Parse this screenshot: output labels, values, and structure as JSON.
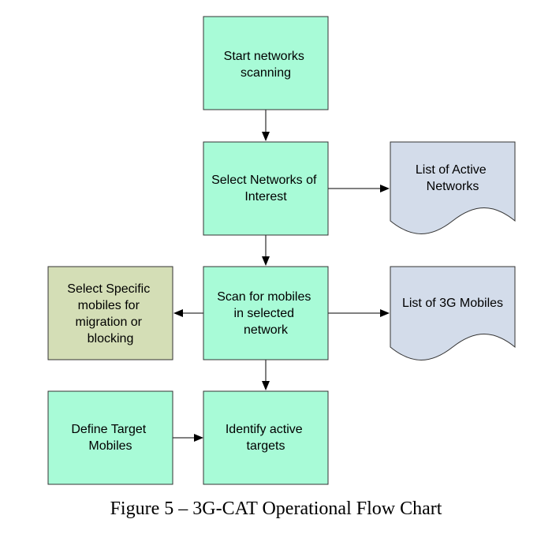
{
  "diagram": {
    "nodes": {
      "start": {
        "lines": [
          "Start networks",
          "scanning"
        ]
      },
      "select_networks": {
        "lines": [
          "Select Networks of",
          "Interest"
        ]
      },
      "active_networks": {
        "lines": [
          "List of Active",
          "Networks"
        ]
      },
      "scan_mobiles": {
        "lines": [
          "Scan for mobiles",
          "in selected",
          "network"
        ]
      },
      "list_3g": {
        "lines": [
          "List of 3G Mobiles"
        ]
      },
      "select_specific": {
        "lines": [
          "Select Specific",
          "mobiles for",
          "migration or",
          "blocking"
        ]
      },
      "define_target": {
        "lines": [
          "Define Target",
          "Mobiles"
        ]
      },
      "identify_targets": {
        "lines": [
          "Identify active",
          "targets"
        ]
      }
    },
    "colors": {
      "process_fill": "#a8fbd7",
      "action_fill": "#d4deb6",
      "document_fill": "#d3dcea",
      "border": "#333333",
      "arrow": "#000000"
    },
    "edges": [
      {
        "from": "start",
        "to": "select_networks"
      },
      {
        "from": "select_networks",
        "to": "active_networks"
      },
      {
        "from": "select_networks",
        "to": "scan_mobiles"
      },
      {
        "from": "scan_mobiles",
        "to": "list_3g"
      },
      {
        "from": "scan_mobiles",
        "to": "select_specific"
      },
      {
        "from": "scan_mobiles",
        "to": "identify_targets"
      },
      {
        "from": "define_target",
        "to": "identify_targets"
      }
    ]
  },
  "caption": "Figure 5 – 3G-CAT Operational Flow Chart"
}
